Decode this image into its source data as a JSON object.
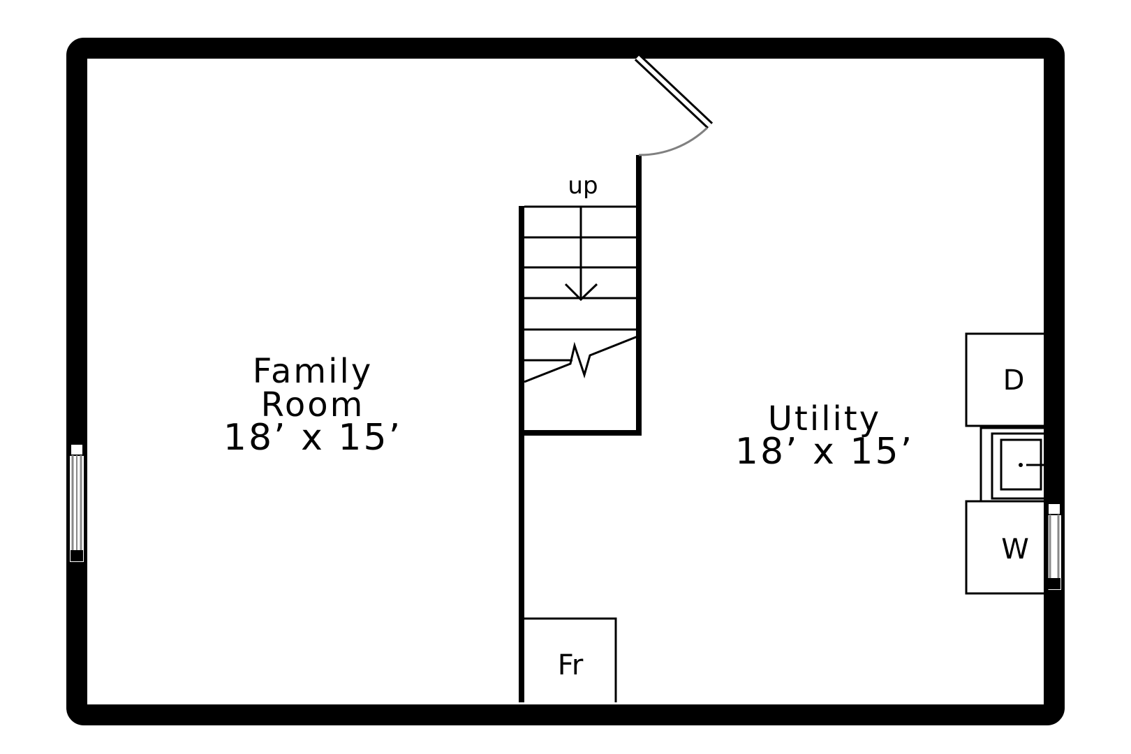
{
  "floorplan": {
    "rooms": [
      {
        "name_line1": "Family",
        "name_line2": "Room",
        "dimensions": "18’ x 15’"
      },
      {
        "name_line1": "Utility",
        "dimensions": "18’ x 15’"
      }
    ],
    "stairs": {
      "label": "up"
    },
    "fixtures": {
      "dryer": "D",
      "washer": "W",
      "fridge": "Fr"
    },
    "colors": {
      "wall": "#000000",
      "window_glass": "#888888",
      "door_swing": "#808080"
    }
  }
}
